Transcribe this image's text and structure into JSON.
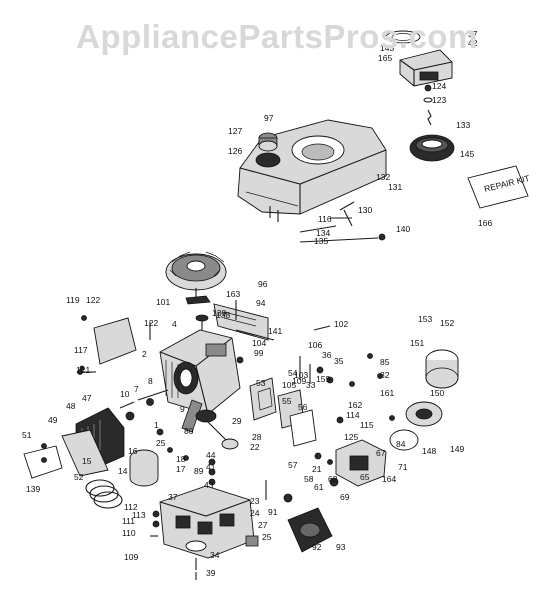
{
  "watermark": "AppliancePartsPros.com",
  "sticker_text": "REPAIR KIT",
  "part_numbers": [
    "37",
    "42",
    "143",
    "165",
    "124",
    "123",
    "133",
    "97",
    "127",
    "126",
    "145",
    "132",
    "131",
    "130",
    "166",
    "116",
    "134",
    "135",
    "140",
    "96",
    "163",
    "101",
    "94",
    "139",
    "119",
    "122",
    "141",
    "102",
    "122",
    "4",
    "138",
    "104",
    "99",
    "106",
    "36",
    "153",
    "152",
    "151",
    "117",
    "85",
    "82",
    "35",
    "103",
    "109",
    "159",
    "2",
    "121",
    "33",
    "105",
    "54",
    "161",
    "162",
    "114",
    "115",
    "150",
    "10",
    "7",
    "8",
    "53",
    "55",
    "56",
    "48",
    "47",
    "9",
    "1",
    "25",
    "49",
    "29",
    "28",
    "22",
    "80",
    "51",
    "125",
    "67",
    "84",
    "71",
    "148",
    "149",
    "16",
    "18",
    "17",
    "37",
    "89",
    "21",
    "57",
    "58",
    "61",
    "65",
    "164",
    "69",
    "62",
    "139",
    "52",
    "15",
    "14",
    "44",
    "41",
    "43",
    "23",
    "24",
    "112",
    "113",
    "111",
    "110",
    "27",
    "25",
    "91",
    "92",
    "93",
    "109",
    "34",
    "39"
  ]
}
